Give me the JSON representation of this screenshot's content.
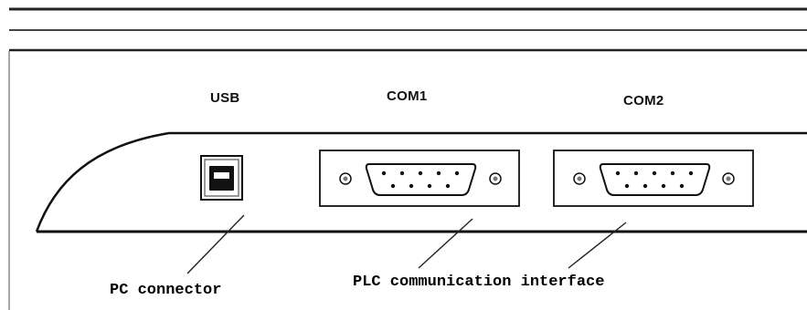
{
  "ports": {
    "usb": {
      "label": "USB"
    },
    "com1": {
      "label": "COM1"
    },
    "com2": {
      "label": "COM2"
    }
  },
  "callouts": {
    "pc_connector": "PC connector",
    "plc_interface": "PLC communication interface"
  }
}
